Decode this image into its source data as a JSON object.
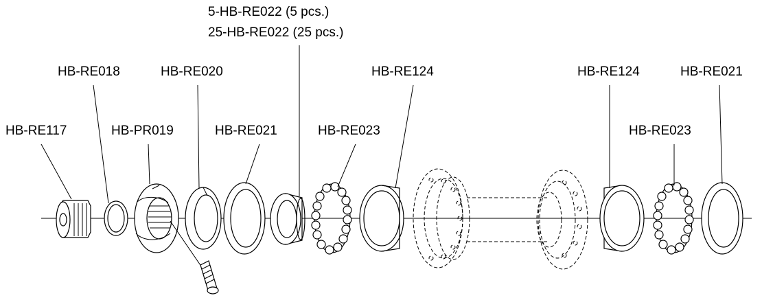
{
  "labels": {
    "hb_re117": "HB-RE117",
    "hb_re018": "HB-RE018",
    "hb_pr019": "HB-PR019",
    "hb_re020": "HB-RE020",
    "hb_re021_left": "HB-RE021",
    "hb_re022_line1": "5-HB-RE022 (5 pcs.)",
    "hb_re022_line2": "25-HB-RE022 (25 pcs.)",
    "hb_re023_left": "HB-RE023",
    "hb_re124_left": "HB-RE124",
    "hb_re124_right": "HB-RE124",
    "hb_re021_right": "HB-RE021",
    "hb_re023_right": "HB-RE023"
  }
}
